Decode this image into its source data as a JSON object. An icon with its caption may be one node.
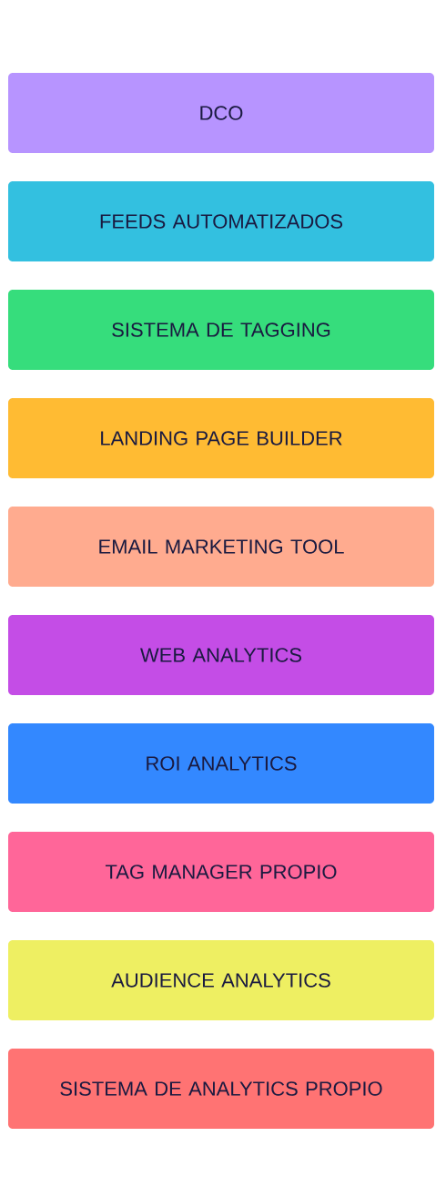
{
  "diagram": {
    "nodes": [
      {
        "text": [
          "DCO"
        ]
      },
      {
        "text": [
          "FEEDS AUTOMATIZADOS"
        ]
      },
      {
        "text": [
          "SISTEMA DE TAGGING"
        ]
      },
      {
        "text": [
          "LANDING PAGE BUILDER"
        ]
      },
      {
        "text": [
          "EMAIL MARKETING TOOL"
        ]
      },
      {
        "text": [
          "WEB ANALYTICS"
        ]
      },
      {
        "text": [
          "ROI ANALYTICS"
        ]
      },
      {
        "text": [
          "TAG MANAGER PROPIO"
        ]
      },
      {
        "text": [
          "AUDIENCE ANALYTICS"
        ]
      },
      {
        "text": [
          "SISTEMA DE ANALYTICS PROPIO"
        ]
      }
    ]
  }
}
